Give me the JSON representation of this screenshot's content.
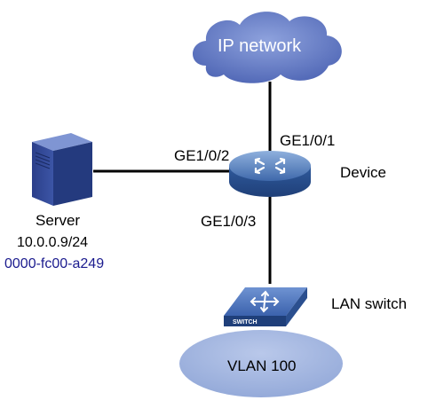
{
  "cloud": {
    "label": "IP network",
    "color": "#5f78c4"
  },
  "device": {
    "label": "Device",
    "color": "#4a73b3"
  },
  "interfaces": {
    "uplink": "GE1/0/1",
    "server_link": "GE1/0/2",
    "lan_link": "GE1/0/3"
  },
  "server": {
    "label": "Server",
    "ip": "10.0.0.9/24",
    "mac": "0000-fc00-a249",
    "mac_color": "#1b1b8e"
  },
  "lan_switch": {
    "label": "LAN switch",
    "badge": "SWITCH"
  },
  "vlan": {
    "label": "VLAN 100",
    "color": "#9fb2dc"
  }
}
